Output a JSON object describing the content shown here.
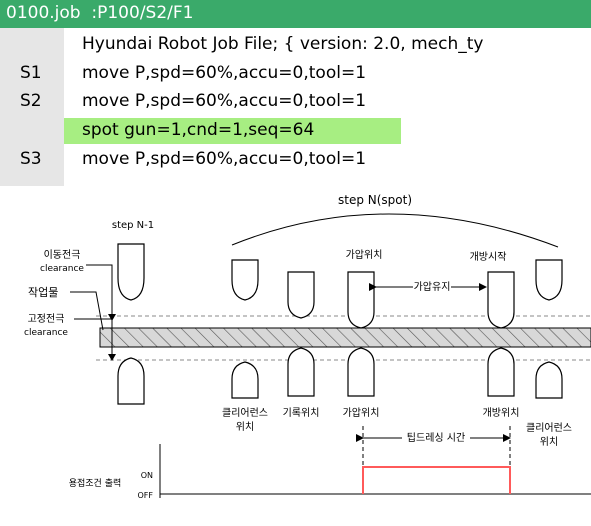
{
  "header": {
    "title": "0100.job  :P100/S2/F1"
  },
  "lines": [
    {
      "step": "",
      "code": "Hyundai Robot Job File; { version: 2.0, mech_ty",
      "highlight": false
    },
    {
      "step": "S1",
      "code": "move P,spd=60%,accu=0,tool=1",
      "highlight": false
    },
    {
      "step": "S2",
      "code": "move P,spd=60%,accu=0,tool=1",
      "highlight": false
    },
    {
      "step": "",
      "code": "spot gun=1,cnd=1,seq=64",
      "highlight": true
    },
    {
      "step": "S3",
      "code": "move P,spd=60%,accu=0,tool=1",
      "highlight": false
    }
  ],
  "diagram": {
    "step_prev": "step N-1",
    "step_spot": "step N(spot)",
    "moving_clearance": [
      "이동전극",
      "clearance"
    ],
    "workpiece": "작업물",
    "fixed_clearance": [
      "고정전극",
      "clearance"
    ],
    "press_position": "가압위치",
    "open_start": "개방시작",
    "press_hold": "가압유지",
    "clearance_pos_left": [
      "클리어런스",
      "위치"
    ],
    "record_position": "기록위치",
    "press_position_bottom": "가압위치",
    "tip_dressing_time": "팁드레싱 시간",
    "open_position": "개방위치",
    "clearance_pos_right": [
      "클리어런스",
      "위치"
    ],
    "weld_condition_output": "용접조건 출력",
    "on_label": "ON",
    "off_label": "OFF",
    "colors": {
      "signal": "#ff5a5a",
      "workpiece_fill": "#d8d8d8",
      "highlight": "#a7ee82",
      "titlebar": "#3aaa6a"
    }
  }
}
